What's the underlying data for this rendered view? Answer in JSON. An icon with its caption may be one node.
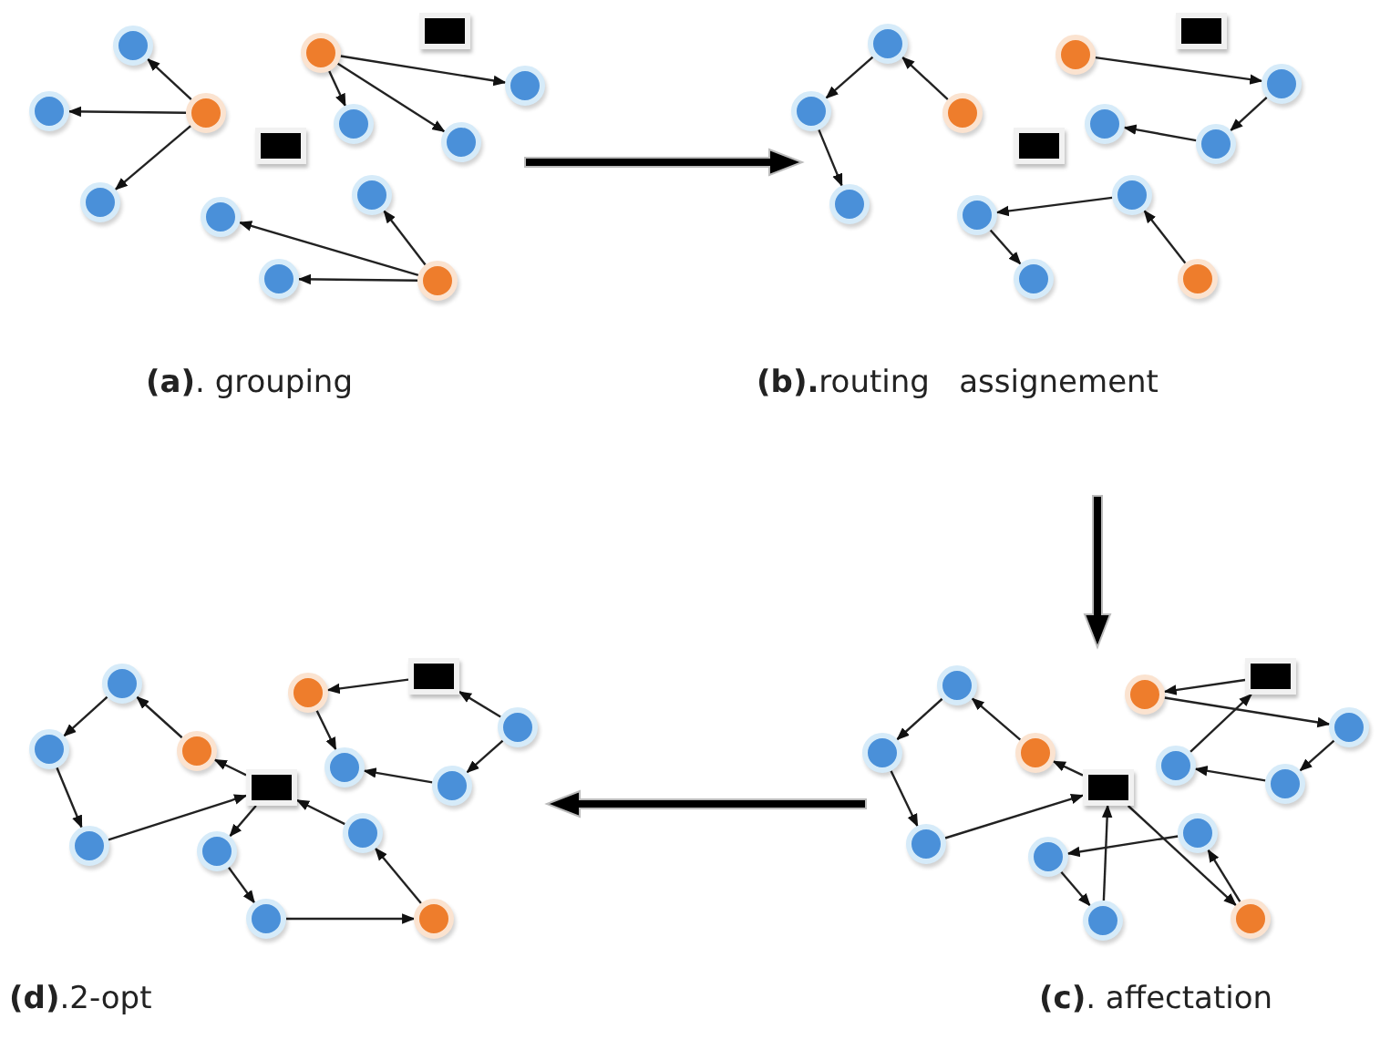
{
  "diagram": {
    "nodes": [
      {
        "text": [],
        "shape": "circle"
      },
      {
        "text": [],
        "shape": "circle"
      },
      {
        "text": [],
        "shape": "circle"
      },
      {
        "text": [],
        "shape": "circle"
      },
      {
        "text": [],
        "shape": "circle"
      },
      {
        "text": [],
        "shape": "box"
      },
      {
        "text": [],
        "shape": "circle"
      },
      {
        "text": [],
        "shape": "circle"
      },
      {
        "text": [],
        "shape": "circle"
      },
      {
        "text": [],
        "shape": "box"
      },
      {
        "text": [],
        "shape": "circle"
      },
      {
        "text": [],
        "shape": "circle"
      },
      {
        "text": [],
        "shape": "circle"
      },
      {
        "text": [],
        "shape": "circle"
      },
      {
        "text": [],
        "shape": "circle"
      },
      {
        "text": [],
        "shape": "circle"
      },
      {
        "text": [],
        "shape": "circle"
      },
      {
        "text": [],
        "shape": "circle"
      },
      {
        "text": [],
        "shape": "circle"
      },
      {
        "text": [],
        "shape": "box"
      },
      {
        "text": [],
        "shape": "circle"
      },
      {
        "text": [],
        "shape": "circle"
      },
      {
        "text": [],
        "shape": "circle"
      },
      {
        "text": [],
        "shape": "box"
      },
      {
        "text": [],
        "shape": "circle"
      },
      {
        "text": [],
        "shape": "circle"
      },
      {
        "text": [],
        "shape": "circle"
      },
      {
        "text": [],
        "shape": "circle"
      },
      {
        "text": [],
        "shape": "circle"
      },
      {
        "text": [],
        "shape": "circle"
      },
      {
        "text": [],
        "shape": "circle"
      },
      {
        "text": [],
        "shape": "box"
      },
      {
        "text": [],
        "shape": "circle"
      },
      {
        "text": [],
        "shape": "circle"
      },
      {
        "text": [],
        "shape": "box"
      },
      {
        "text": [],
        "shape": "circle"
      },
      {
        "text": [],
        "shape": "circle"
      },
      {
        "text": [],
        "shape": "circle"
      },
      {
        "text": [],
        "shape": "circle"
      },
      {
        "text": [],
        "shape": "circle"
      },
      {
        "text": [],
        "shape": "circle"
      },
      {
        "text": [],
        "shape": "circle"
      },
      {
        "text": [],
        "shape": "circle"
      },
      {
        "text": [],
        "shape": "circle"
      },
      {
        "text": [],
        "shape": "circle"
      },
      {
        "text": [],
        "shape": "box"
      },
      {
        "text": [],
        "shape": "circle"
      },
      {
        "text": [],
        "shape": "circle"
      },
      {
        "text": [],
        "shape": "box"
      },
      {
        "text": [],
        "shape": "circle"
      },
      {
        "text": [],
        "shape": "circle"
      },
      {
        "text": [],
        "shape": "circle"
      },
      {
        "text": [],
        "shape": "circle"
      },
      {
        "text": [],
        "shape": "circle"
      },
      {
        "text": [],
        "shape": "circle"
      },
      {
        "text": [],
        "shape": "circle"
      }
    ],
    "edges": [
      {
        "from": 2,
        "to": 0,
        "arrow": "to"
      },
      {
        "from": 2,
        "to": 1,
        "arrow": "to"
      },
      {
        "from": 2,
        "to": 3,
        "arrow": "to"
      },
      {
        "from": 4,
        "to": 6,
        "arrow": "to"
      },
      {
        "from": 4,
        "to": 7,
        "arrow": "to"
      },
      {
        "from": 4,
        "to": 8,
        "arrow": "to"
      },
      {
        "from": 13,
        "to": 10,
        "arrow": "to"
      },
      {
        "from": 13,
        "to": 11,
        "arrow": "to"
      },
      {
        "from": 13,
        "to": 12,
        "arrow": "to"
      },
      {
        "from": 16,
        "to": 14,
        "arrow": "to"
      },
      {
        "from": 14,
        "to": 15,
        "arrow": "to"
      },
      {
        "from": 15,
        "to": 17,
        "arrow": "to"
      },
      {
        "from": 18,
        "to": 20,
        "arrow": "to"
      },
      {
        "from": 20,
        "to": 22,
        "arrow": "to"
      },
      {
        "from": 22,
        "to": 21,
        "arrow": "to"
      },
      {
        "from": 27,
        "to": 25,
        "arrow": "to"
      },
      {
        "from": 25,
        "to": 24,
        "arrow": "to"
      },
      {
        "from": 24,
        "to": 26,
        "arrow": "to"
      },
      {
        "from": 31,
        "to": 30,
        "arrow": "to"
      },
      {
        "from": 30,
        "to": 28,
        "arrow": "to"
      },
      {
        "from": 28,
        "to": 29,
        "arrow": "to"
      },
      {
        "from": 29,
        "to": 32,
        "arrow": "to"
      },
      {
        "from": 32,
        "to": 31,
        "arrow": "to"
      },
      {
        "from": 31,
        "to": 39,
        "arrow": "to"
      },
      {
        "from": 39,
        "to": 40,
        "arrow": "to"
      },
      {
        "from": 40,
        "to": 41,
        "arrow": "to"
      },
      {
        "from": 41,
        "to": 38,
        "arrow": "to"
      },
      {
        "from": 38,
        "to": 31,
        "arrow": "to"
      },
      {
        "from": 34,
        "to": 33,
        "arrow": "to"
      },
      {
        "from": 33,
        "to": 36,
        "arrow": "to"
      },
      {
        "from": 37,
        "to": 36,
        "arrow": "to"
      },
      {
        "from": 35,
        "to": 37,
        "arrow": "to"
      },
      {
        "from": 35,
        "to": 34,
        "arrow": "to"
      },
      {
        "from": 45,
        "to": 44,
        "arrow": "to"
      },
      {
        "from": 44,
        "to": 42,
        "arrow": "to"
      },
      {
        "from": 42,
        "to": 43,
        "arrow": "to"
      },
      {
        "from": 43,
        "to": 46,
        "arrow": "to"
      },
      {
        "from": 46,
        "to": 45,
        "arrow": "to"
      },
      {
        "from": 52,
        "to": 53,
        "arrow": "to"
      },
      {
        "from": 53,
        "to": 54,
        "arrow": "to"
      },
      {
        "from": 54,
        "to": 45,
        "arrow": "to"
      },
      {
        "from": 45,
        "to": 55,
        "arrow": "to"
      },
      {
        "from": 55,
        "to": 52,
        "arrow": "to"
      },
      {
        "from": 48,
        "to": 47,
        "arrow": "to"
      },
      {
        "from": 47,
        "to": 49,
        "arrow": "to"
      },
      {
        "from": 49,
        "to": 51,
        "arrow": "to"
      },
      {
        "from": 51,
        "to": 50,
        "arrow": "to"
      },
      {
        "from": 50,
        "to": 48,
        "arrow": "to"
      }
    ],
    "labels": [
      "**(a)**. grouping",
      "**(b).**routing   assignement",
      "**(d)**.2-opt",
      "**(c)**. affectation"
    ]
  }
}
